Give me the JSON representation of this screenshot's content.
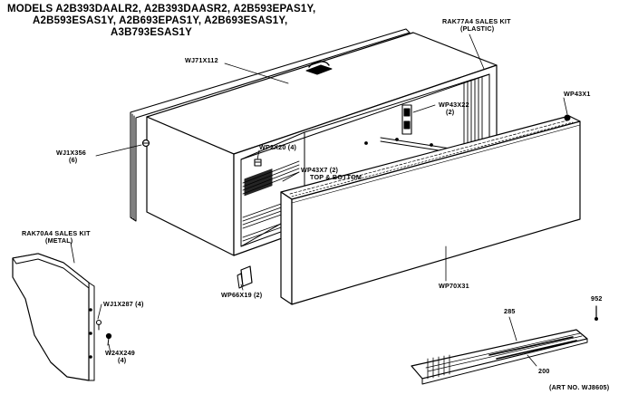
{
  "header": {
    "line1": "MODELS A2B393DAALR2, A2B393DAASR2, A2B593EPAS1Y,",
    "line2": "A2B593ESAS1Y, A2B693EPAS1Y, A2B693ESAS1Y,",
    "line3": "A3B793ESAS1Y"
  },
  "callouts": {
    "wj71x112": "WJ71X112",
    "rak77a4_line1": "RAK77A4 SALES KIT",
    "rak77a4_line2": "(PLASTIC)",
    "wp43x1": "WP43X1",
    "wp43x22_line1": "WP43X22",
    "wp43x22_line2": "(2)",
    "wj1x356_line1": "WJ1X356",
    "wj1x356_line2": "(6)",
    "wp2x20": "WP2X20 (4)",
    "wp43x7_line1": "WP43X7 (2)",
    "wp43x7_line2": "TOP & BOTTOM",
    "rak70a4_line1": "RAK70A4 SALES KIT",
    "rak70a4_line2": "(METAL)",
    "wj1x287": "WJ1X287 (4)",
    "w24x249_line1": "W24X249",
    "w24x249_line2": "(4)",
    "wp66x19": "WP66X19 (2)",
    "wp70x31": "WP70X31",
    "n285": "285",
    "n200": "200",
    "n952": "952",
    "art_no": "(ART NO. WJ8605)"
  },
  "colors": {
    "ink": "#000000",
    "paper": "#ffffff"
  }
}
